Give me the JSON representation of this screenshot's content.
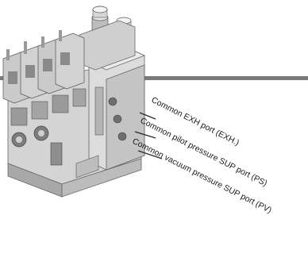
{
  "figure": {
    "callouts": [
      {
        "label": "Common EXH port (EXH.)"
      },
      {
        "label": "Common pilot pressure SUP port (PS)"
      },
      {
        "label": "Common vacuum pressure SUP port (PV)"
      }
    ],
    "colors": {
      "background": "#ffffff",
      "body_light": "#e2e2e2",
      "body_mid": "#c9c9c9",
      "body_dark": "#8e8e8e",
      "outline": "#555555",
      "divider_bar": "#7a7a7a",
      "text": "#1a1a1a"
    }
  }
}
